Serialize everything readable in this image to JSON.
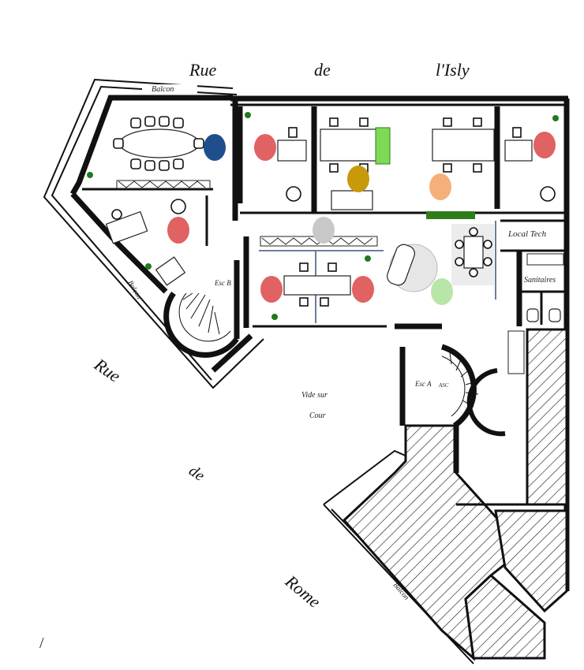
{
  "streets": {
    "top": [
      "Rue",
      "de",
      "l'Isly"
    ],
    "left": [
      "Rue",
      "de",
      "Rome"
    ]
  },
  "rooms": {
    "balcon_top": "Balcon",
    "balcon_left": "Balcon",
    "balcon_bottom": "Balcon",
    "esc_b": "Esc B",
    "esc_a": "Esc A",
    "asc": "ASC",
    "vide_line1": "Vide sur",
    "vide_line2": "Cour",
    "local_tech": "Local Tech",
    "sanitaires": "Sanitaires"
  },
  "legend_colors": {
    "red": "#e06262",
    "blue": "#1f4e8c",
    "gold": "#c89a0a",
    "peach": "#f5b07a",
    "grey": "#c8c8c8",
    "green": "#b8e6a8",
    "plant": "#1e7a1e"
  },
  "corner_mark": "/"
}
